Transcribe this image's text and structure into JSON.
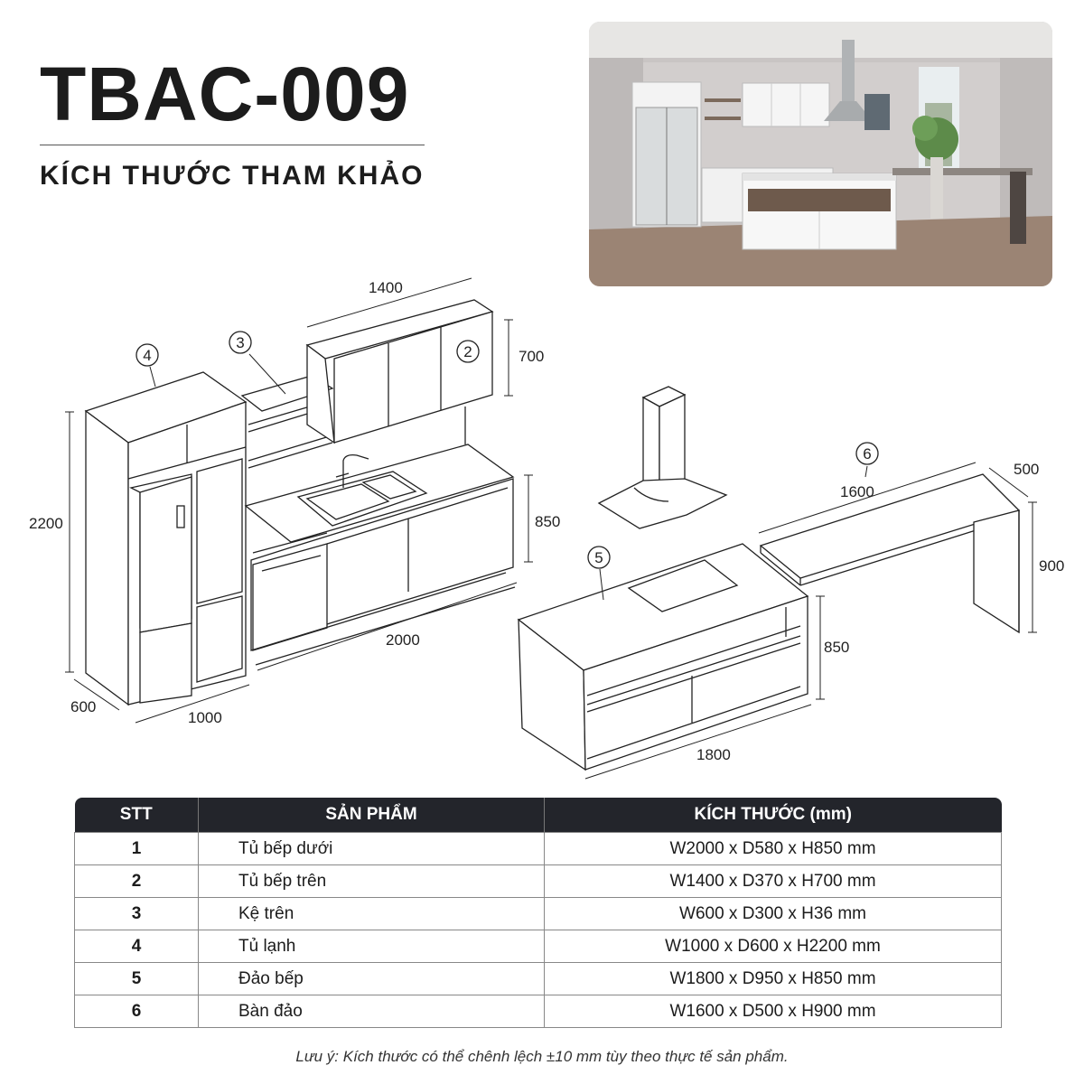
{
  "title": "TBAC-009",
  "subtitle": "KÍCH THƯỚC THAM KHẢO",
  "callouts": [
    "4",
    "3",
    "2",
    "5",
    "6"
  ],
  "dimensions": {
    "upper_width": "1400",
    "upper_height": "700",
    "fridge_height": "2200",
    "fridge_depth": "600",
    "fridge_width": "1000",
    "base_height": "850",
    "base_width": "2000",
    "island_height": "850",
    "island_width": "1800",
    "table_width": "1600",
    "table_depth": "500",
    "table_height": "900"
  },
  "table": {
    "headers": [
      "STT",
      "SẢN PHẨM",
      "KÍCH THƯỚC (mm)"
    ],
    "rows": [
      {
        "stt": "1",
        "product": "Tủ bếp dưới",
        "size": "W2000 x D580 x H850 mm"
      },
      {
        "stt": "2",
        "product": "Tủ bếp trên",
        "size": "W1400 x D370 x H700 mm"
      },
      {
        "stt": "3",
        "product": "Kệ trên",
        "size": "W600 x D300 x H36 mm"
      },
      {
        "stt": "4",
        "product": "Tủ lạnh",
        "size": "W1000 x D600 x H2200 mm"
      },
      {
        "stt": "5",
        "product": "Đảo bếp",
        "size": "W1800 x D950 x H850 mm"
      },
      {
        "stt": "6",
        "product": "Bàn đảo",
        "size": "W1600 x D500 x H900 mm"
      }
    ]
  },
  "note": "Lưu ý:  Kích thước có thể chênh lệch ±10 mm tùy theo thực tế sản phẩm."
}
